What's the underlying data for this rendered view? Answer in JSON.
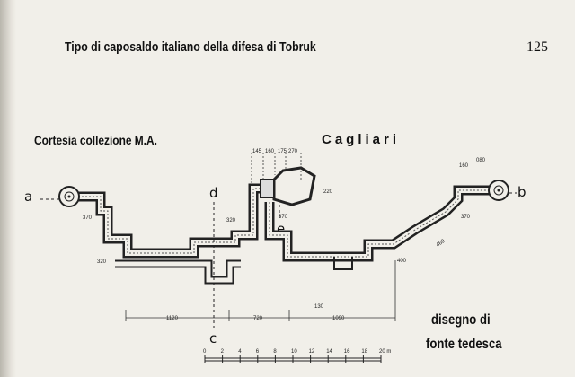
{
  "header": {
    "title": "Tipo di caposaldo italiano della difesa di Tobruk",
    "page_number": "125"
  },
  "credit": "Cortesia collezione M.A.",
  "handwritten": "Cagliari",
  "source_note": {
    "line1": "disegno di",
    "line2": "fonte tedesca"
  },
  "section_letters": {
    "a": "a",
    "b": "b",
    "c": "c",
    "d": "d",
    "e": "e"
  },
  "dimensions": {
    "top": [
      "145",
      "160",
      "175",
      "270"
    ],
    "left_370": "370",
    "left_320": "320",
    "mid_320": "320",
    "mid_370": "370",
    "bunker_220": "220",
    "right_160": "160",
    "right_080": "080",
    "right_370": "370",
    "right_460": "460",
    "right_400": "400",
    "small_130": "130",
    "bottom": [
      "1120",
      "720",
      "1090"
    ]
  },
  "scale": {
    "ticks": [
      "0",
      "2",
      "4",
      "6",
      "8",
      "10",
      "12",
      "14",
      "16",
      "18",
      "20 m"
    ]
  }
}
